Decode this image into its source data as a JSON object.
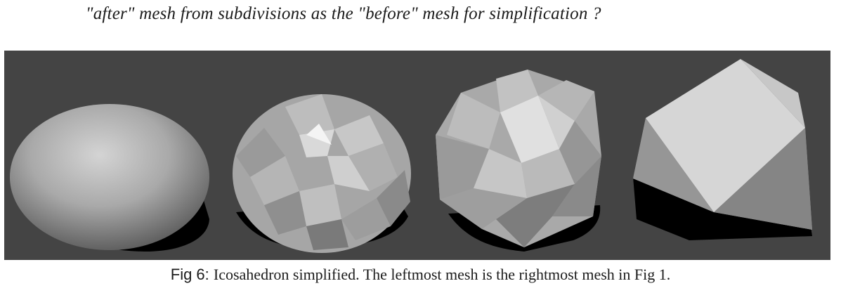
{
  "question_text": "\"after\" mesh from subdivisions as the \"before\" mesh for simplification ?",
  "caption": {
    "label": "Fig 6: ",
    "text": "Icosahedron simplified. The leftmost mesh is the rightmost mesh in Fig 1."
  },
  "colors": {
    "figure_background": "#444444",
    "shadow": "#000000",
    "mesh_light": "#d8d8d8",
    "mesh_mid": "#a8a8a8",
    "mesh_dark": "#6e6e6e"
  }
}
